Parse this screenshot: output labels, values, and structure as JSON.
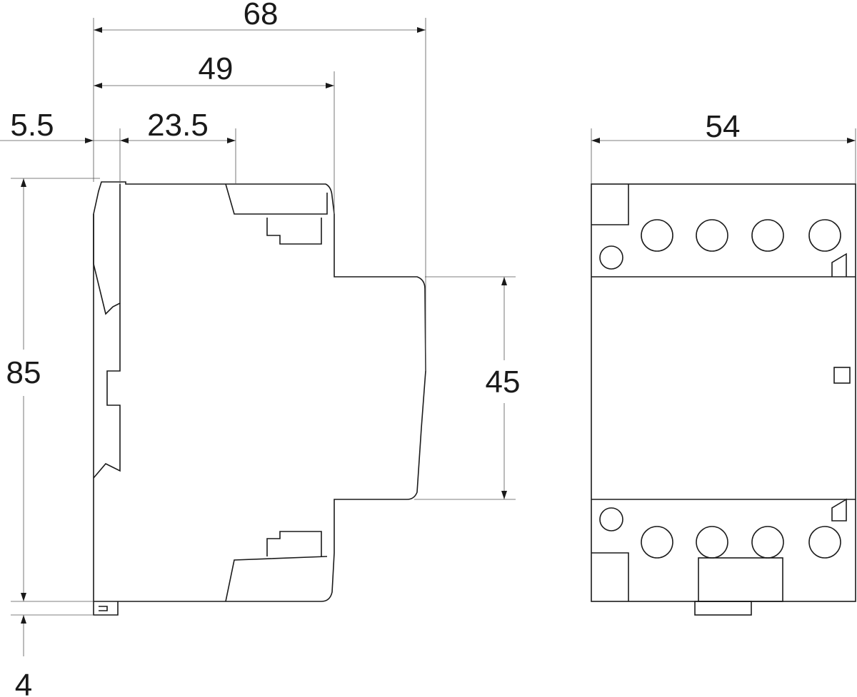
{
  "drawing": {
    "side_view": {
      "dimensions": {
        "overall_depth": "68",
        "depth_to_front_step": "49",
        "rail_offset": "5.5",
        "terminal_offset": "23.5",
        "height": "85",
        "front_height": "45",
        "bottom_clip": "4"
      }
    },
    "front_view": {
      "dimensions": {
        "width": "54"
      }
    }
  }
}
